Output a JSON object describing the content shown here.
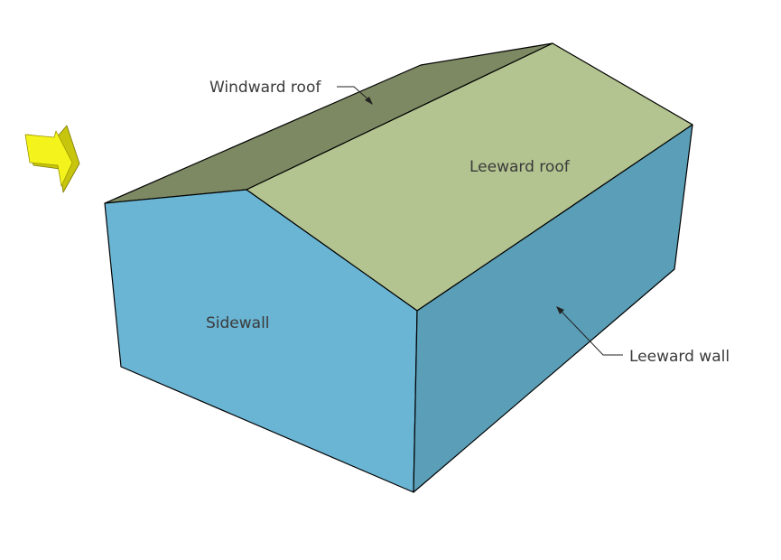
{
  "labels": {
    "windward_roof": "Windward roof",
    "leeward_roof": "Leeward roof",
    "sidewall": "Sidewall",
    "leeward_wall": "Leeward wall"
  },
  "icons": {
    "wind_direction": "arrow-right-icon"
  },
  "colors": {
    "windward_roof": "#7d8963",
    "leeward_roof": "#b3c490",
    "sidewall": "#6ab5d4",
    "leeward_wall": "#5a9eb7",
    "wind_arrow_face": "#f5f31c",
    "wind_arrow_shade": "#c8c50e",
    "outline": "#000000"
  }
}
